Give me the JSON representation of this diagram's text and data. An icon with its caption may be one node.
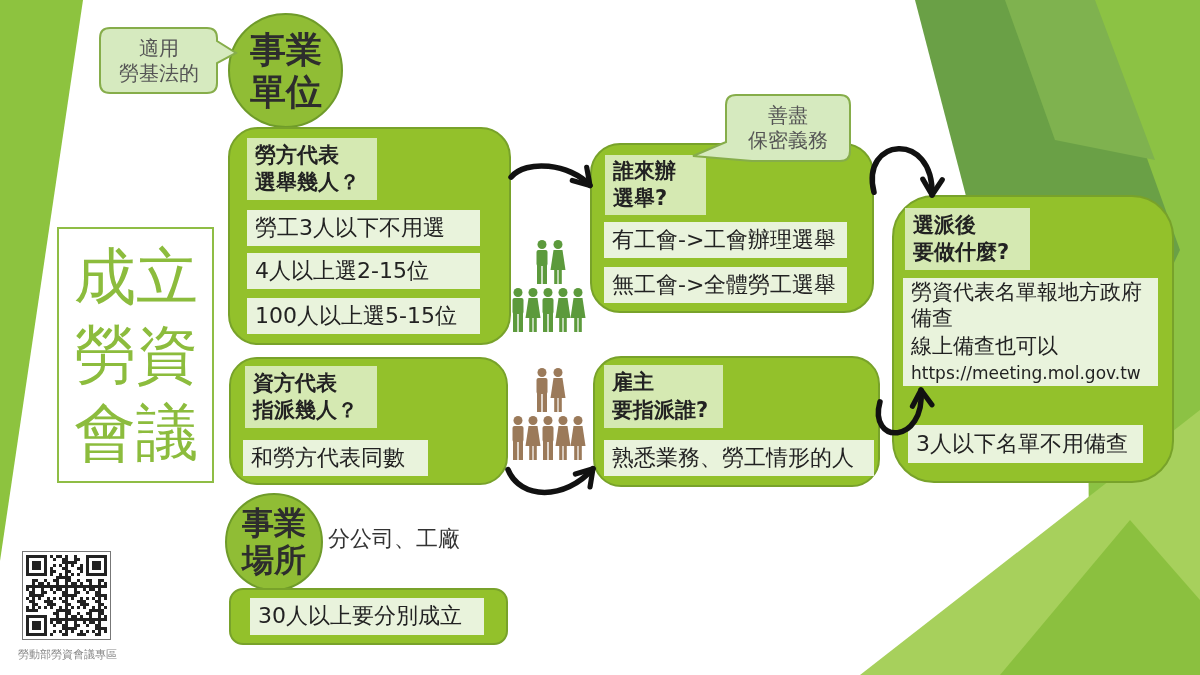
{
  "diagram": {
    "title": "成立勞資會議",
    "nodes": [
      {
        "text": [
          "適用勞基法的"
        ]
      },
      {
        "text": [
          "事業單位"
        ]
      },
      {
        "text": [
          "勞方代表選舉幾人？",
          "勞工3人以下不用選",
          "4人以上選2-15位",
          "100人以上選5-15位"
        ]
      },
      {
        "text": [
          "資方代表指派幾人？",
          "和勞方代表同數"
        ]
      },
      {
        "text": [
          "事業場所"
        ],
        "beside": [
          "分公司、工廠"
        ]
      },
      {
        "text": [
          "30人以上要分別成立"
        ]
      },
      {
        "text": [
          "善盡保密義務"
        ]
      },
      {
        "text": [
          "誰來辦選舉?",
          "有工會->工會辦理選舉",
          "無工會->全體勞工選舉"
        ]
      },
      {
        "text": [
          "雇主要指派誰?",
          "熟悉業務、勞工情形的人"
        ]
      },
      {
        "text": [
          "選派後要做什麼?",
          "勞資代表名單報地方政府備查",
          "線上備查也可以",
          "https://meeting.mol.gov.tw",
          "3人以下名單不用備查"
        ]
      }
    ],
    "edges": [
      {
        "from": 2,
        "to": 7,
        "arrow": "to"
      },
      {
        "from": 3,
        "to": 8,
        "arrow": "to"
      },
      {
        "from": 7,
        "to": 9,
        "arrow": "to"
      },
      {
        "from": 8,
        "to": 9,
        "arrow": "to"
      }
    ],
    "labels": [
      "勞動部勞資會議專區"
    ]
  }
}
